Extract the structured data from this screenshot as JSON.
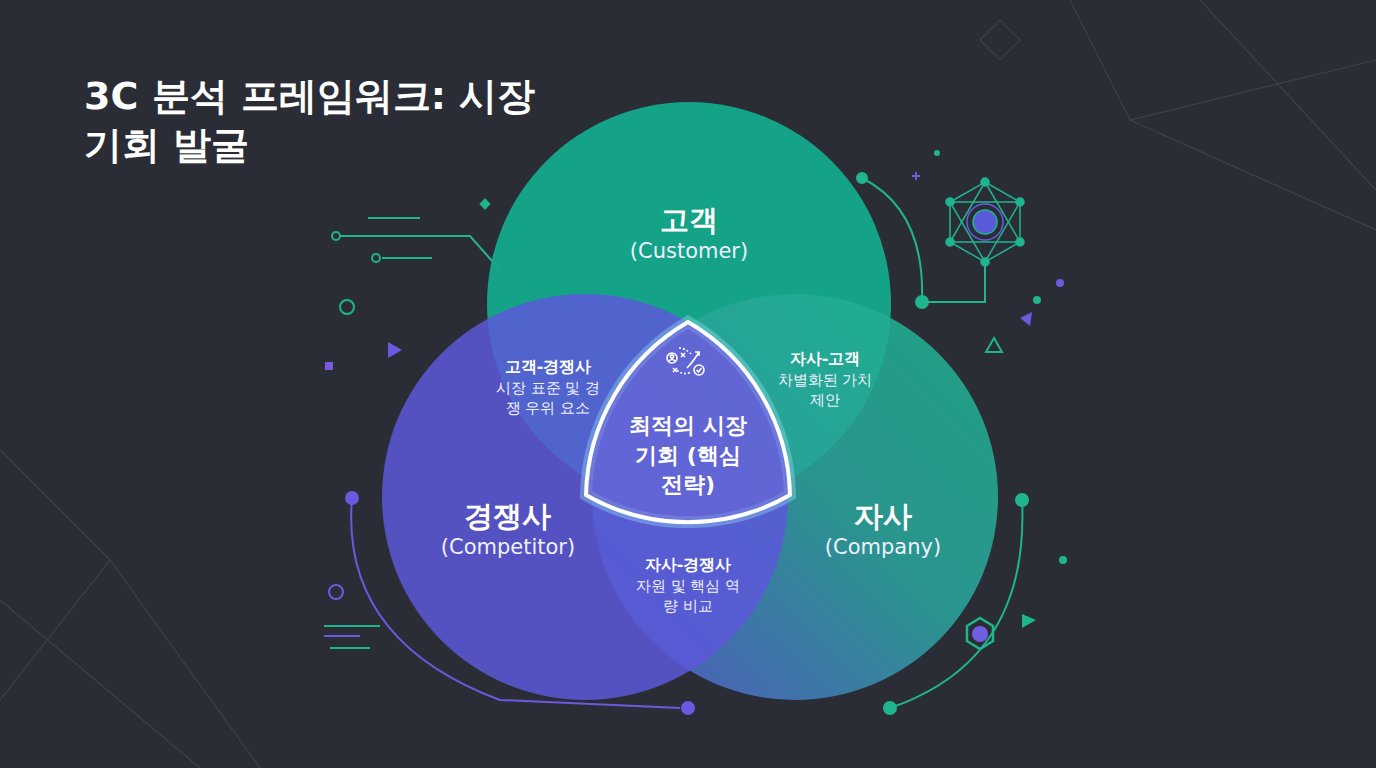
{
  "diagram": {
    "title": "3C 분석 프레임워크: 시장 기회 발굴",
    "nodes": [
      {
        "text": [
          "고객",
          "(Customer)"
        ]
      },
      {
        "text": [
          "고객-경쟁사",
          "시장 표준 및 경쟁 우위 요소"
        ]
      },
      {
        "text": [
          "최적의 시장 기회 (핵심 전략)"
        ]
      },
      {
        "text": [
          "자사-고객",
          "차별화된 가치 제안"
        ]
      },
      {
        "text": [
          "경쟁사",
          "(Competitor)"
        ]
      },
      {
        "text": [
          "자사-경쟁사",
          "자원 및 핵심 역량 비교"
        ]
      },
      {
        "text": [
          "자사",
          "(Company)"
        ]
      }
    ]
  }
}
